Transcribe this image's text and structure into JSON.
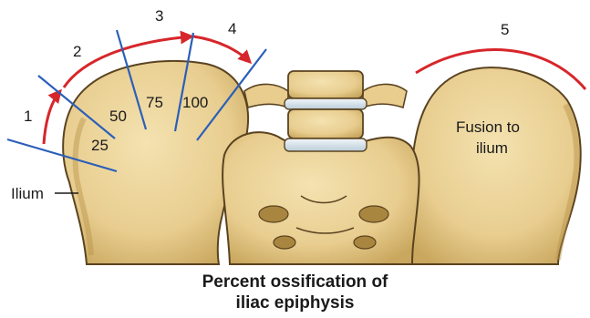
{
  "stage_labels": [
    "1",
    "2",
    "3",
    "4",
    "5"
  ],
  "percent_labels": [
    "25",
    "50",
    "75",
    "100"
  ],
  "ilium_label": "Ilium",
  "fusion_label_line1": "Fusion to",
  "fusion_label_line2": "ilium",
  "caption_line1": "Percent ossification of",
  "caption_line2": "iliac epiphysis",
  "colors": {
    "bone": "#ecd49a",
    "bone_shadow": "#c9a75e",
    "outline": "#5a4320",
    "disc": "#dfe8ee",
    "arrow_red": "#d7262b",
    "line_blue": "#2b5fb8"
  }
}
